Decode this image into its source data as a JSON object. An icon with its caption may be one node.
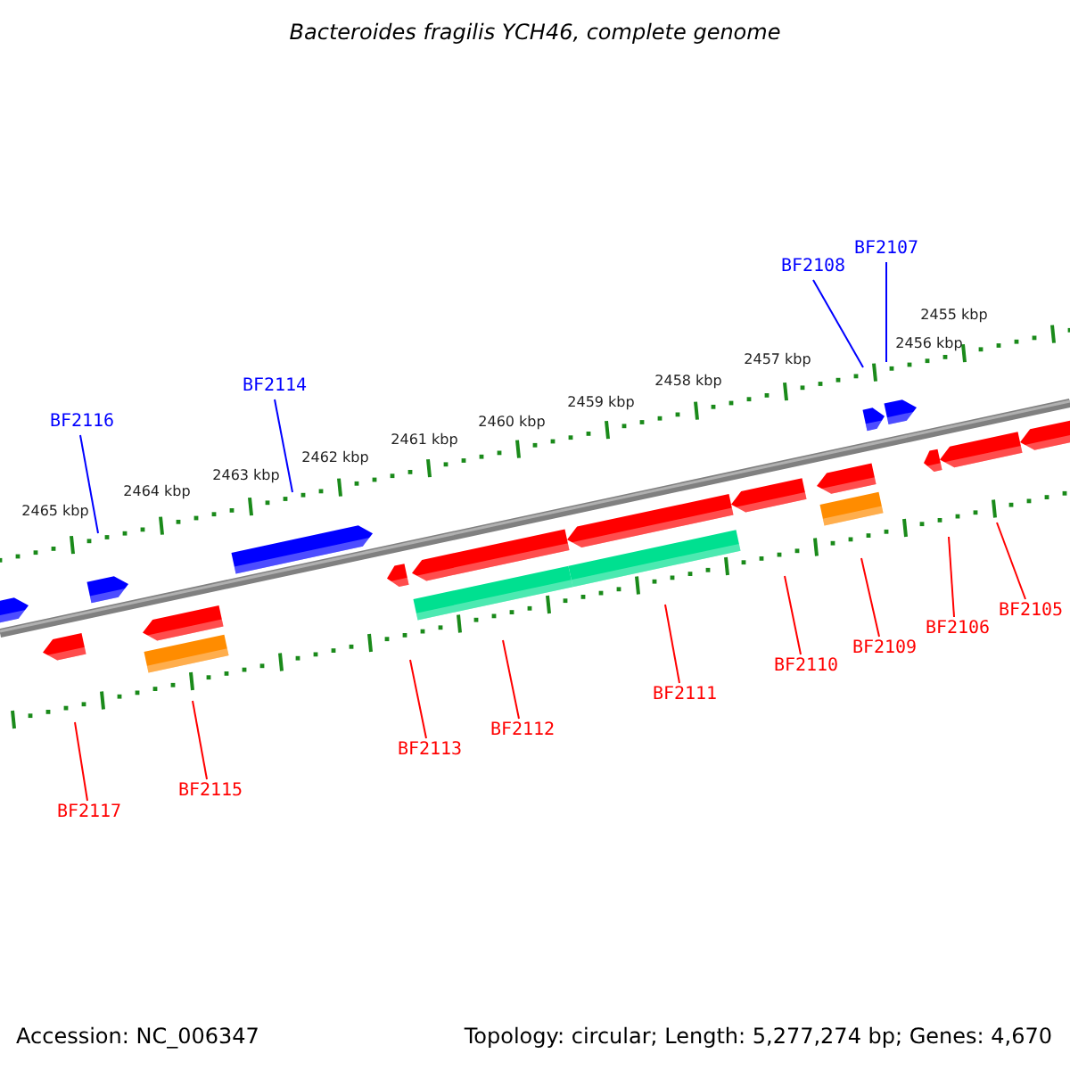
{
  "diagram": {
    "title": "Bacteroides fragilis YCH46, complete genome",
    "nodes": [
      {
        "text": [
          "BF2107"
        ]
      },
      {
        "text": [
          "BF2108"
        ]
      },
      {
        "text": [
          "BF2114"
        ]
      },
      {
        "text": [
          "BF2116"
        ]
      },
      {
        "text": [
          "BF2105"
        ]
      },
      {
        "text": [
          "BF2106"
        ]
      },
      {
        "text": [
          "BF2109"
        ]
      },
      {
        "text": [
          "BF2110"
        ]
      },
      {
        "text": [
          "BF2111"
        ]
      },
      {
        "text": [
          "BF2112"
        ]
      },
      {
        "text": [
          "BF2113"
        ]
      },
      {
        "text": [
          "BF2115"
        ]
      },
      {
        "text": [
          "BF2117"
        ]
      }
    ],
    "edges": [
      {
        "from": 0,
        "to": null,
        "arrow": "none",
        "color": "#0000ff"
      },
      {
        "from": 1,
        "to": null,
        "arrow": "none",
        "color": "#0000ff"
      },
      {
        "from": 2,
        "to": null,
        "arrow": "none",
        "color": "#0000ff"
      },
      {
        "from": 3,
        "to": null,
        "arrow": "none",
        "color": "#0000ff"
      },
      {
        "from": 4,
        "to": null,
        "arrow": "none"
      },
      {
        "from": 5,
        "to": null,
        "arrow": "none"
      },
      {
        "from": 6,
        "to": null,
        "arrow": "none"
      },
      {
        "from": 7,
        "to": null,
        "arrow": "none"
      },
      {
        "from": 8,
        "to": null,
        "arrow": "none"
      },
      {
        "from": 9,
        "to": null,
        "arrow": "none"
      },
      {
        "from": 10,
        "to": null,
        "arrow": "none"
      },
      {
        "from": 11,
        "to": null,
        "arrow": "none"
      },
      {
        "from": 12,
        "to": null,
        "arrow": "none"
      }
    ],
    "labels": [
      "2455 kbp",
      "2456 kbp",
      "2457 kbp",
      "2458 kbp",
      "2459 kbp",
      "2460 kbp",
      "2461 kbp",
      "2462 kbp",
      "2463 kbp",
      "2464 kbp",
      "2465 kbp",
      "Accession: NC_006347",
      "Topology: circular; Length: 5,277,274 bp; Genes: 4,670"
    ]
  }
}
